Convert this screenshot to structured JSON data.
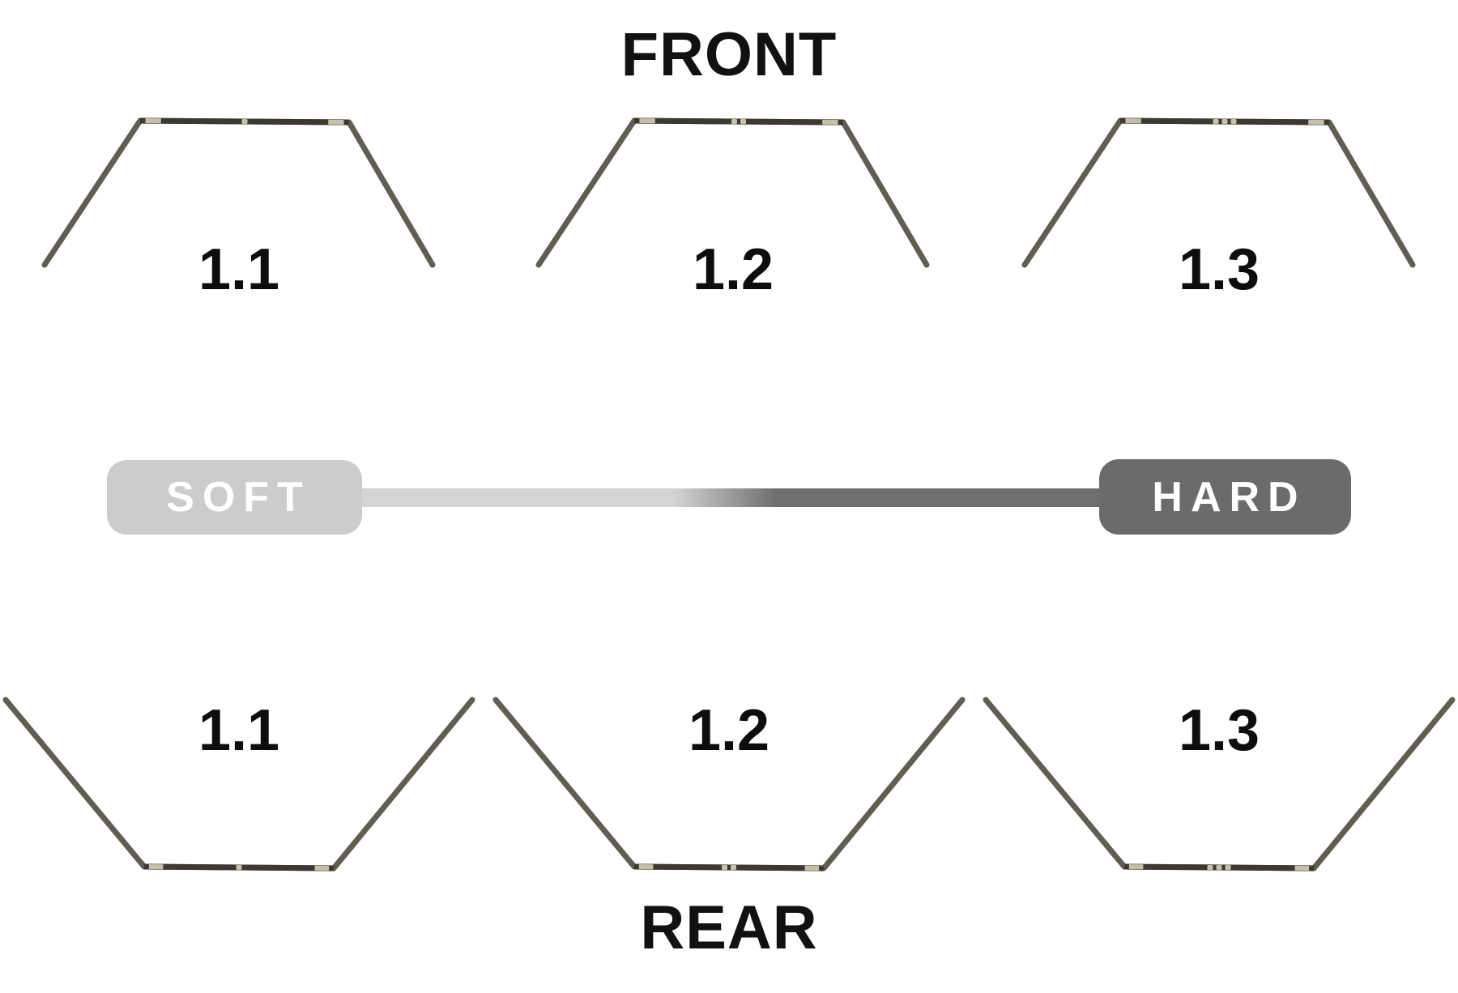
{
  "front": {
    "title": "FRONT",
    "bars": [
      {
        "label": "1.1",
        "stiffness_marks": 1
      },
      {
        "label": "1.2",
        "stiffness_marks": 2
      },
      {
        "label": "1.3",
        "stiffness_marks": 3
      }
    ]
  },
  "rear": {
    "title": "REAR",
    "bars": [
      {
        "label": "1.1",
        "stiffness_marks": 1
      },
      {
        "label": "1.2",
        "stiffness_marks": 2
      },
      {
        "label": "1.3",
        "stiffness_marks": 3
      }
    ]
  },
  "scale": {
    "soft_label": "SOFT",
    "hard_label": "HARD",
    "soft_color": "#cccccc",
    "hard_color": "#6b6b6b",
    "gradient_left": "#d4d4d4",
    "gradient_right": "#6e6e6e"
  },
  "colors": {
    "wire": "#615d53",
    "bar_center": "#3b3931",
    "collar": "#c6bfa8",
    "mark": "#c9c2a9",
    "text": "#111111"
  }
}
